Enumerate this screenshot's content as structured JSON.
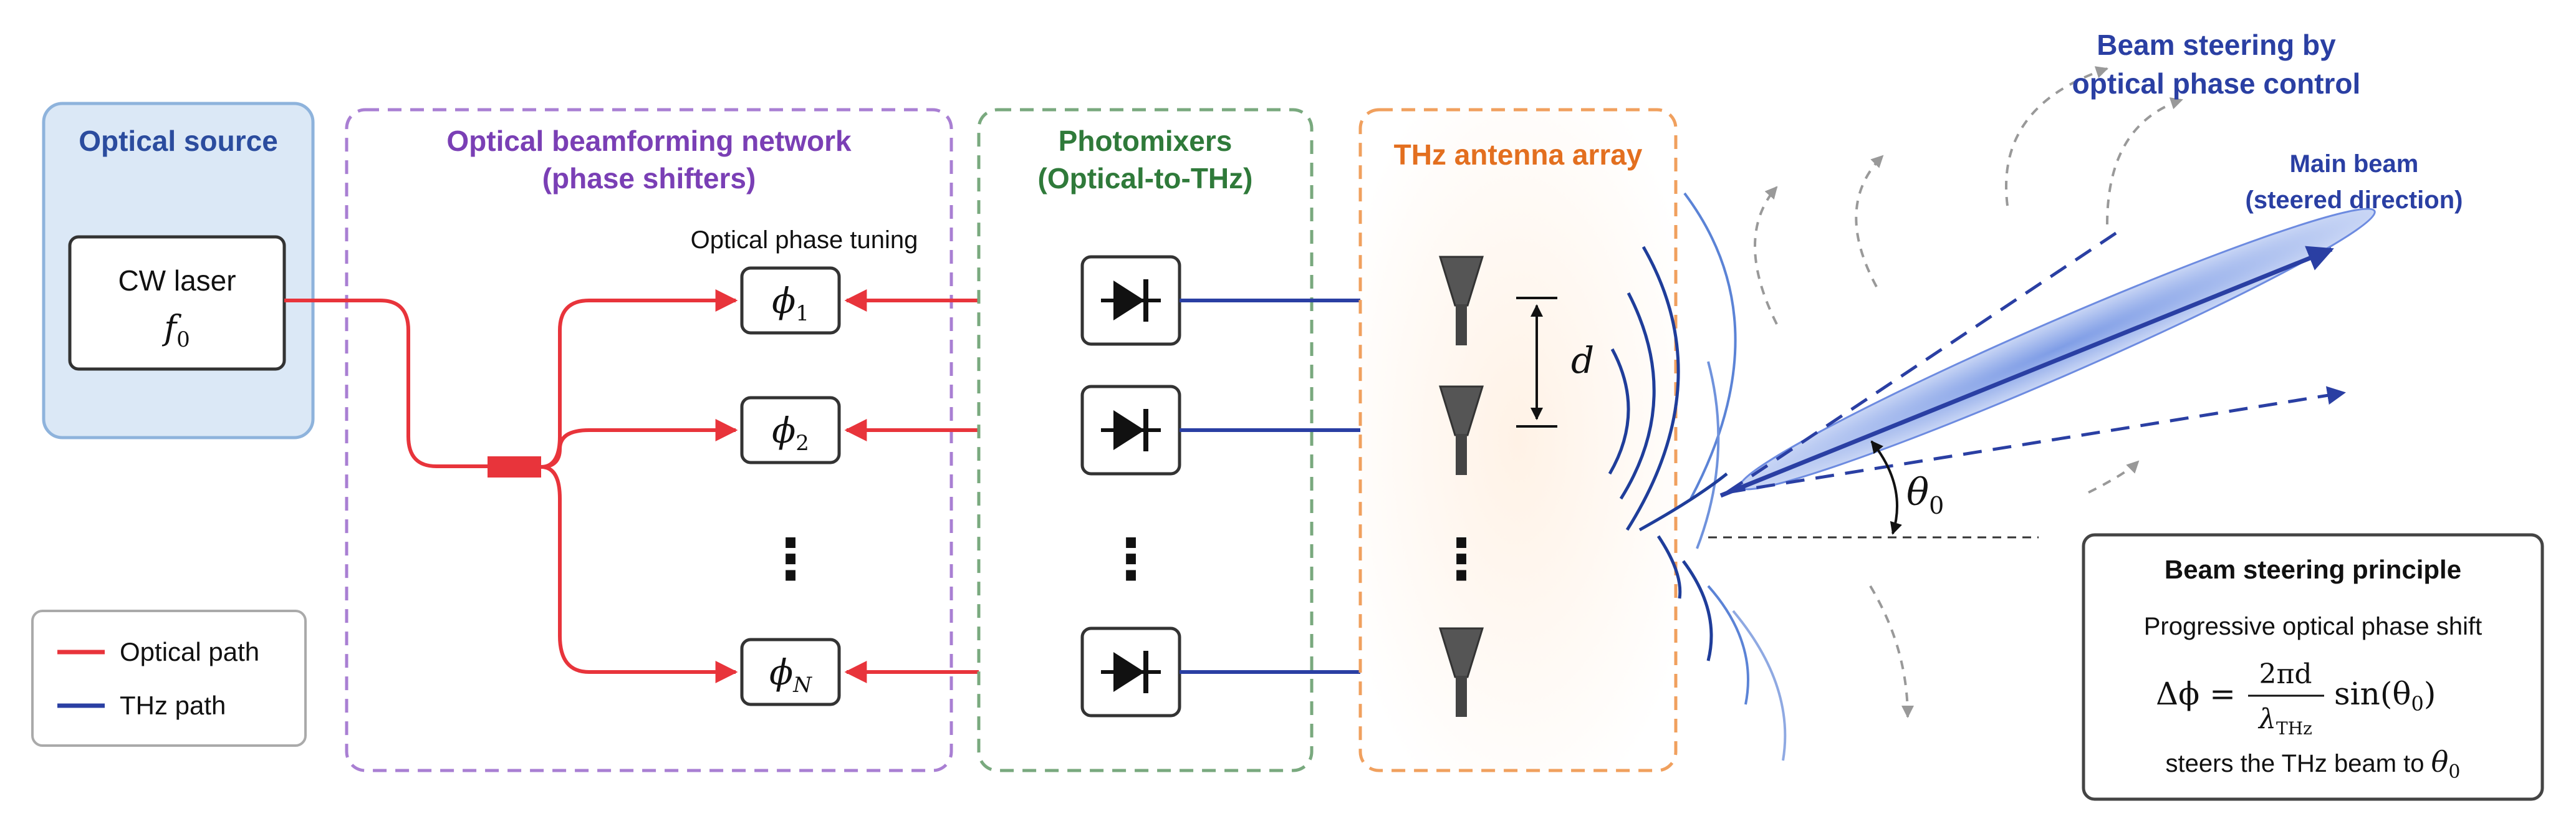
{
  "colors": {
    "optical": "#e8343b",
    "thz": "#2a3fa3",
    "source_fill": "#dbe8f6",
    "source_stroke": "#8eb3dc",
    "source_title": "#2b4c9e",
    "bfn_stroke": "#a97fd3",
    "bfn_title": "#7a3fb5",
    "pm_stroke": "#79a97e",
    "pm_title": "#2f7a3a",
    "ant_stroke": "#f0a05e",
    "ant_title": "#e36f1f",
    "beam_fill": "#9fb6ea",
    "steer_title": "#2a3fa3"
  },
  "source": {
    "title": "Optical source",
    "laser_label": "CW laser",
    "laser_freq_base": "f",
    "laser_freq_sub": "0"
  },
  "bfn": {
    "title_line1": "Optical beamforming network",
    "title_line2": "(phase shifters)",
    "tuning_label": "Optical phase tuning",
    "shifters": [
      {
        "base": "ϕ",
        "sub": "1"
      },
      {
        "base": "ϕ",
        "sub": "2"
      },
      {
        "base": "ϕ",
        "sub": "N"
      }
    ],
    "ellipsis": "⋮"
  },
  "photomixers": {
    "title_line1": "Photomixers",
    "title_line2": "(Optical-to-THz)",
    "icon": "photodiode-icon",
    "ellipsis": "⋮"
  },
  "antenna": {
    "title": "THz antenna array",
    "spacing_label": "d",
    "icon": "horn-antenna-icon",
    "ellipsis": "⋮"
  },
  "steering": {
    "title_line1": "Beam steering by",
    "title_line2": "optical phase control",
    "main_beam_line1": "Main beam",
    "main_beam_line2": "(steered direction)",
    "angle_base": "θ",
    "angle_sub": "0"
  },
  "principle": {
    "title": "Beam steering principle",
    "line1": "Progressive optical phase shift",
    "eq_lhs": "Δϕ =",
    "eq_num": "2πd",
    "eq_den_base": "λ",
    "eq_den_sub": "THz",
    "eq_rhs": "sin(θ",
    "eq_rhs_sub": "0",
    "eq_rhs_close": ")",
    "line3": "steers the THz beam to",
    "line3_sym": "θ",
    "line3_sub": "0"
  },
  "legend": {
    "items": [
      {
        "label": "Optical path"
      },
      {
        "label": "THz path"
      }
    ]
  }
}
